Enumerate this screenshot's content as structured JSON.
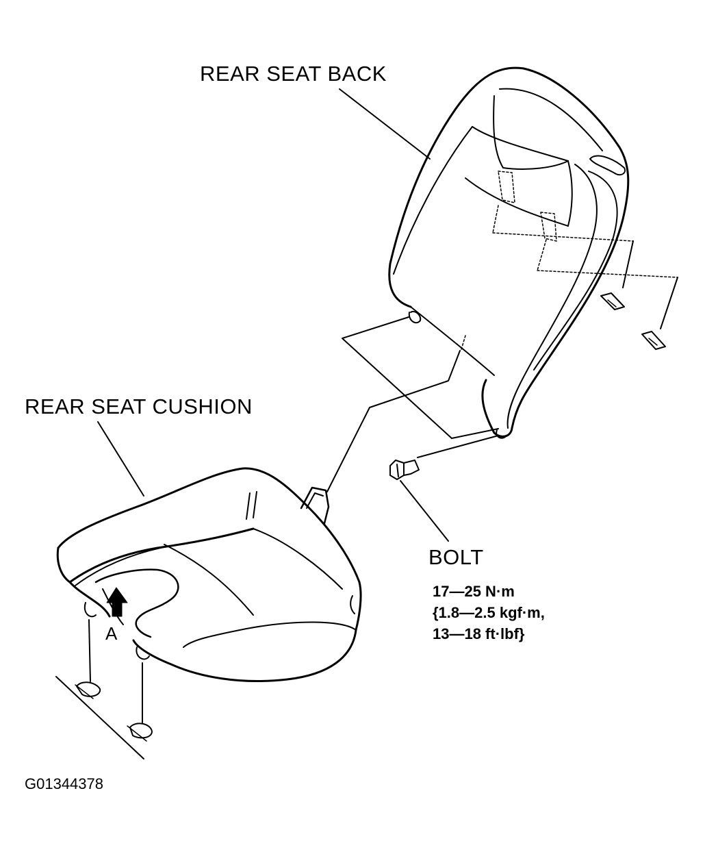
{
  "labels": {
    "rear_seat_back": "REAR SEAT BACK",
    "rear_seat_cushion": "REAR SEAT CUSHION",
    "bolt": "BOLT",
    "view_marker": "A"
  },
  "torque_spec": {
    "line1": "17—25 N·m",
    "line2": "{1.8—2.5 kgf·m,",
    "line3": "13—18 ft·lbf}"
  },
  "figure_code": "G01344378",
  "colors": {
    "ink": "#000000",
    "background": "#ffffff"
  },
  "icons": {
    "direction_arrow": "up-arrow-icon"
  }
}
